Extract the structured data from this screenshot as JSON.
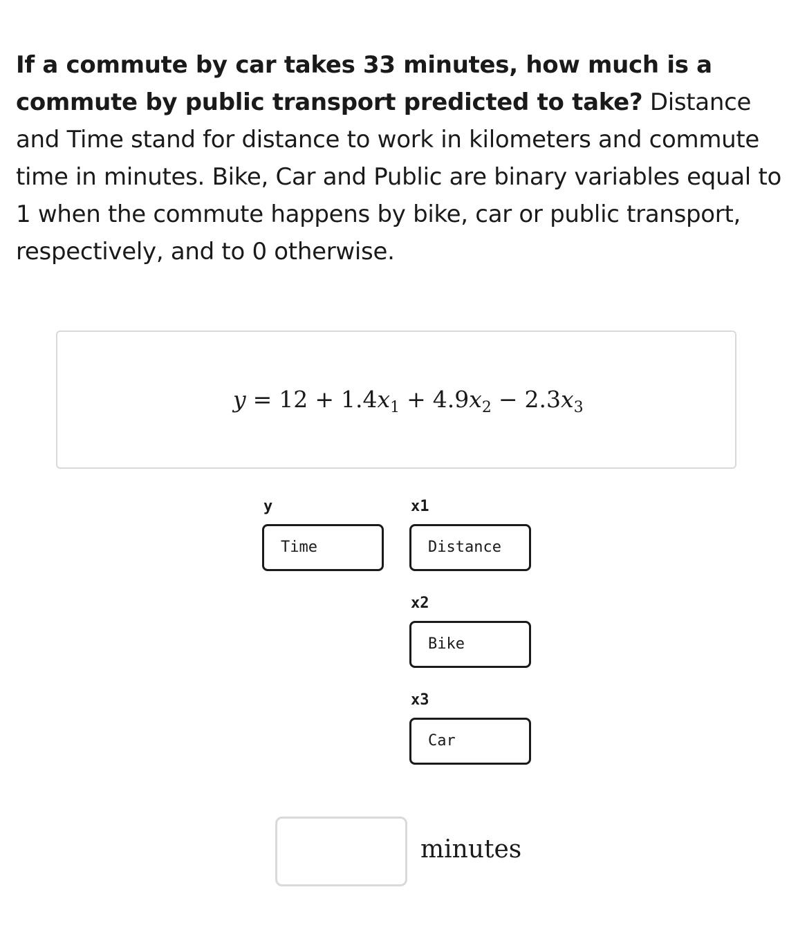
{
  "question": {
    "bold_text": "If a commute by car takes 33 minutes, how much is a commute by public transport predicted to take?",
    "body_text": " Distance and Time stand for distance to work in kilometers and commute time in minutes. Bike, Car and Public are binary variables equal to 1 when the commute happens by bike, car or public transport, respectively, and to 0 otherwise."
  },
  "formula": {
    "y": "y",
    "eq": "=",
    "intercept": "12",
    "plus1": "+",
    "coef1": "1.4",
    "x1_var": "x",
    "x1_sub": "1",
    "plus2": "+",
    "coef2": "4.9",
    "x2_var": "x",
    "x2_sub": "2",
    "minus": "−",
    "coef3": "2.3",
    "x3_var": "x",
    "x3_sub": "3"
  },
  "variables": {
    "y": {
      "label": "y",
      "value": "Time"
    },
    "x1": {
      "label": "x1",
      "value": "Distance"
    },
    "x2": {
      "label": "x2",
      "value": "Bike"
    },
    "x3": {
      "label": "x3",
      "value": "Car"
    }
  },
  "answer": {
    "value": "",
    "placeholder": "",
    "unit": "minutes"
  }
}
